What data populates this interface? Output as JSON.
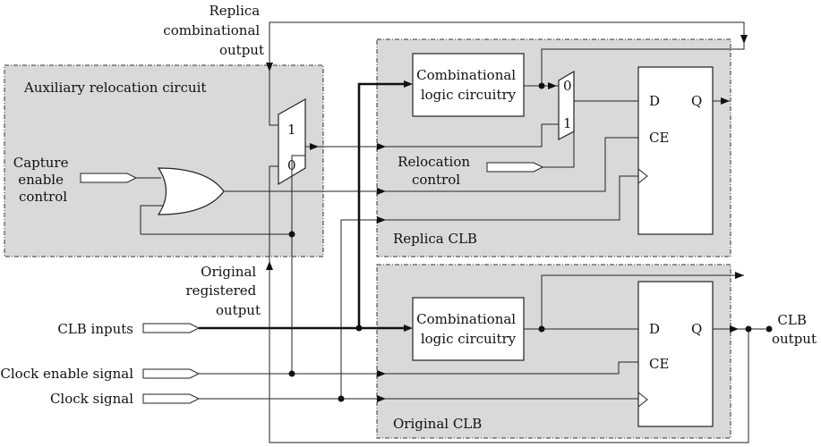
{
  "labels": {
    "replica_output": [
      "Replica",
      "combinational",
      "output"
    ],
    "aux_circuit": "Auxiliary relocation circuit",
    "capture_enable": [
      "Capture",
      "enable",
      "control"
    ],
    "mux_in_1": "1",
    "mux_in_0": "0",
    "original_registered_output": [
      "Original",
      "registered",
      "output"
    ],
    "clb_inputs": "CLB inputs",
    "clock_enable_signal": "Clock enable signal",
    "clock_signal": "Clock signal",
    "replica_comb_logic": [
      "Combinational",
      "logic circuitry"
    ],
    "relocation_control": [
      "Relocation",
      "control"
    ],
    "replica_clb": "Replica CLB",
    "original_comb_logic": [
      "Combinational",
      "logic circuitry"
    ],
    "original_clb": "Original CLB",
    "clb_output": [
      "CLB",
      "output"
    ],
    "ff_replica": {
      "d": "D",
      "q": "Q",
      "ce": "CE"
    },
    "ff_original": {
      "d": "D",
      "q": "Q",
      "ce": "CE"
    },
    "relmux_in_0": "0",
    "relmux_in_1": "1"
  }
}
